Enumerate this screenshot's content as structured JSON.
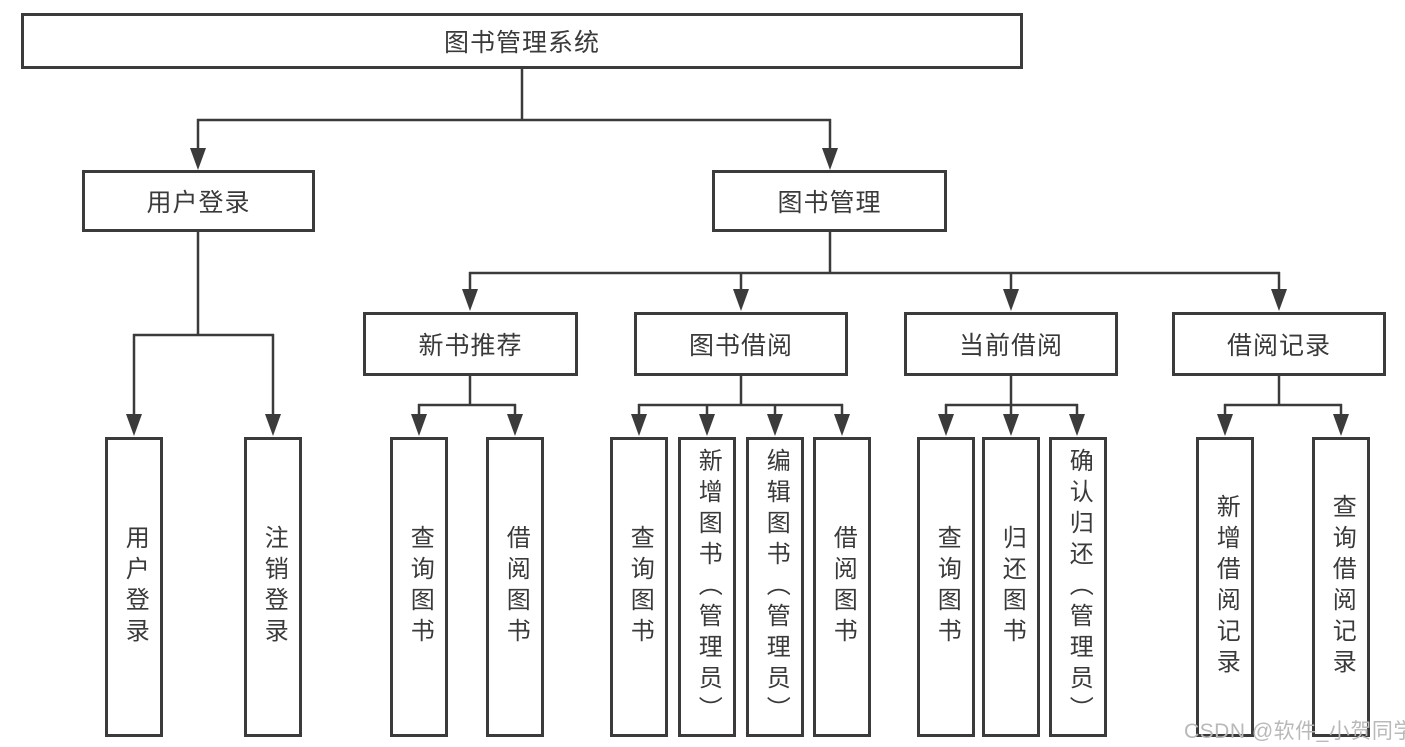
{
  "diagram": {
    "root": {
      "label": "图书管理系统",
      "children": [
        {
          "label": "用户登录",
          "children": [
            {
              "label": "用户登录"
            },
            {
              "label": "注销登录"
            }
          ]
        },
        {
          "label": "图书管理",
          "children": [
            {
              "label": "新书推荐",
              "children": [
                {
                  "label": "查询图书"
                },
                {
                  "label": "借阅图书"
                }
              ]
            },
            {
              "label": "图书借阅",
              "children": [
                {
                  "label": "查询图书"
                },
                {
                  "label": "新增图书（管理员）"
                },
                {
                  "label": "编辑图书（管理员）"
                },
                {
                  "label": "借阅图书"
                }
              ]
            },
            {
              "label": "当前借阅",
              "children": [
                {
                  "label": "查询图书"
                },
                {
                  "label": "归还图书"
                },
                {
                  "label": "确认归还（管理员）"
                }
              ]
            },
            {
              "label": "借阅记录",
              "children": [
                {
                  "label": "新增借阅记录"
                },
                {
                  "label": "查询借阅记录"
                }
              ]
            }
          ]
        }
      ]
    },
    "colors": {
      "line": "#3b3b3b",
      "box_border": "#3b3b3b",
      "text": "#3a3a3a",
      "background": "#ffffff",
      "watermark": "#b9b9b9"
    }
  },
  "watermark": {
    "text": "CSDN @软件_小贺同学"
  }
}
